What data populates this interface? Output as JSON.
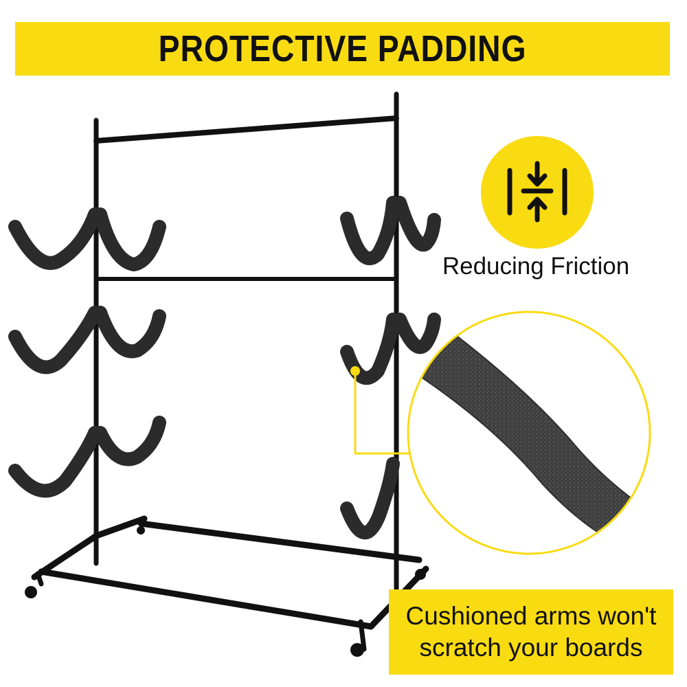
{
  "banner": {
    "title": "PROTECTIVE PADDING"
  },
  "feature": {
    "icon": "compress-arrows-icon",
    "label": "Reducing Friction"
  },
  "caption": {
    "line1": "Cushioned arms won't",
    "line2": "scratch your boards"
  },
  "colors": {
    "accent": "#F9DB12",
    "frame": "#111111",
    "foam": "#4a4a4a",
    "text": "#111111"
  },
  "product": {
    "name": "kayak-storage-rack",
    "tiers_per_side": 3
  }
}
